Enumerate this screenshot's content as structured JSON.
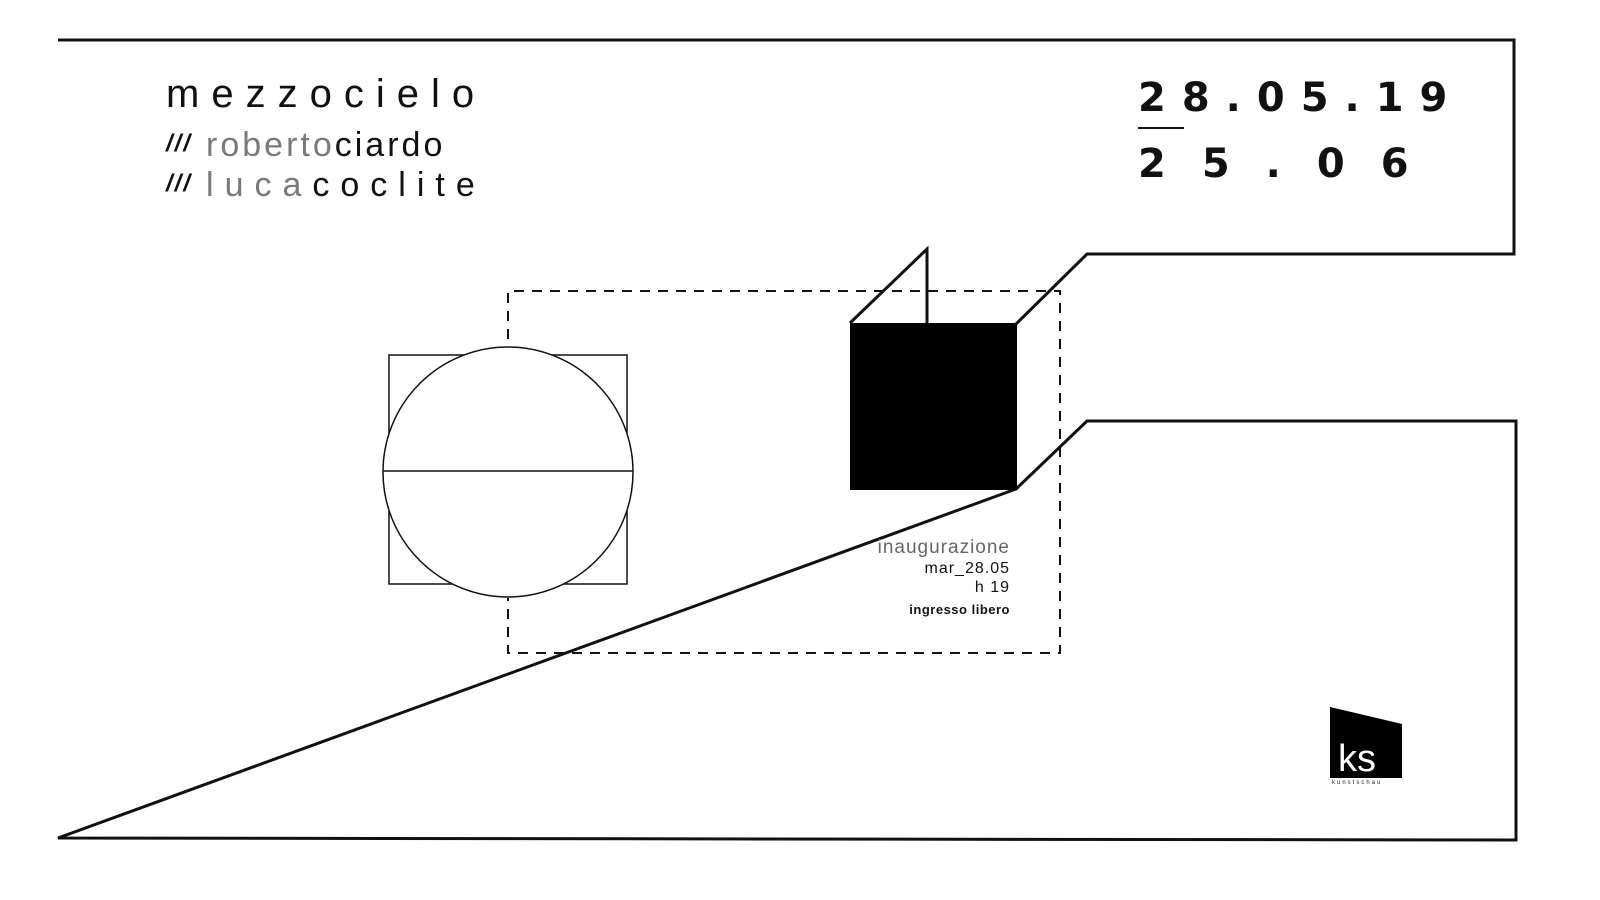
{
  "title": "mezzocielo",
  "artists": [
    {
      "prefix": "///",
      "first": "roberto",
      "last": "ciardo"
    },
    {
      "prefix": "///",
      "first": "luca",
      "last": "coclite"
    }
  ],
  "dates": {
    "start": "28.05.19",
    "end": "25.06"
  },
  "info": {
    "label": "inaugurazione",
    "date": "mar_28.05",
    "hour": "h 19",
    "entry": "ingresso libero"
  },
  "logo": {
    "mark": "ks",
    "caption": "kunstschau"
  },
  "colors": {
    "ink": "#111111",
    "grey_text": "#7a7a7a",
    "background": "#ffffff"
  }
}
